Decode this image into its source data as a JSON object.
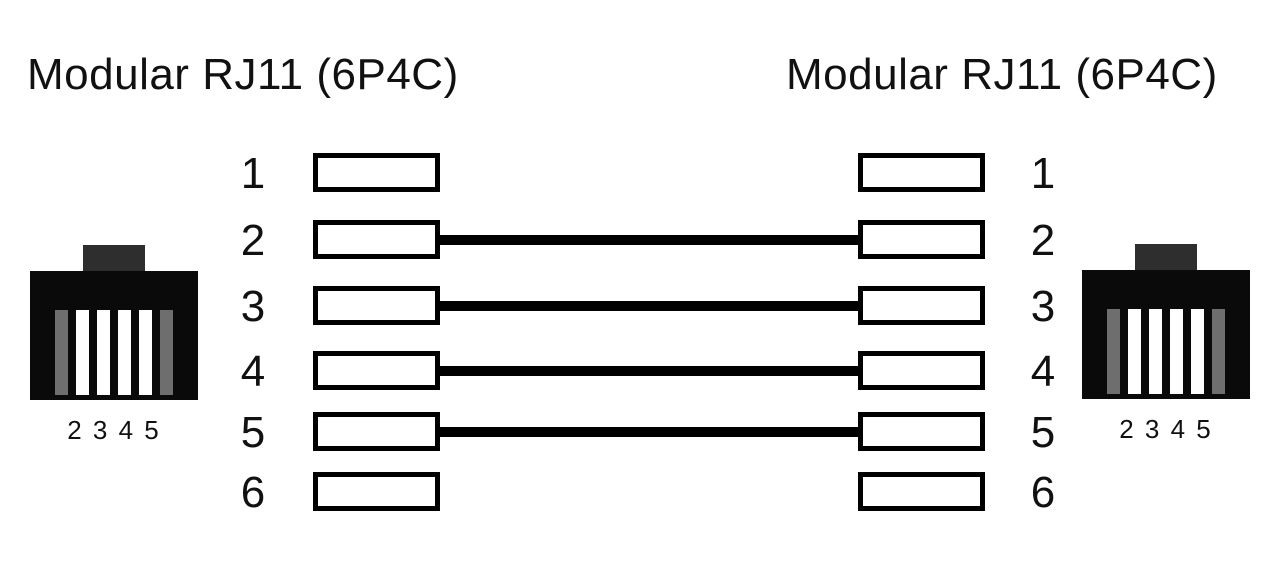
{
  "titles": {
    "left": "Modular RJ11 (6P4C)",
    "right": "Modular RJ11 (6P4C)"
  },
  "connectors": {
    "left": {
      "label": "2 3 4 5",
      "slots": [
        "gray",
        "white",
        "white",
        "white",
        "white",
        "gray"
      ]
    },
    "right": {
      "label": "2 3 4 5",
      "slots": [
        "gray",
        "white",
        "white",
        "white",
        "white",
        "gray"
      ]
    }
  },
  "pins": [
    {
      "number": "1",
      "connected": false
    },
    {
      "number": "2",
      "connected": true
    },
    {
      "number": "3",
      "connected": true
    },
    {
      "number": "4",
      "connected": true
    },
    {
      "number": "5",
      "connected": true
    },
    {
      "number": "6",
      "connected": false
    }
  ],
  "connections": [
    [
      "2",
      "2"
    ],
    [
      "3",
      "3"
    ],
    [
      "4",
      "4"
    ],
    [
      "5",
      "5"
    ]
  ],
  "colors": {
    "connector_body": "#0a0a0a",
    "connector_tab": "#2e2e2e",
    "slot_gray": "#6e6e6e",
    "slot_white": "#ffffff",
    "wire": "#000000",
    "text": "#111111"
  }
}
